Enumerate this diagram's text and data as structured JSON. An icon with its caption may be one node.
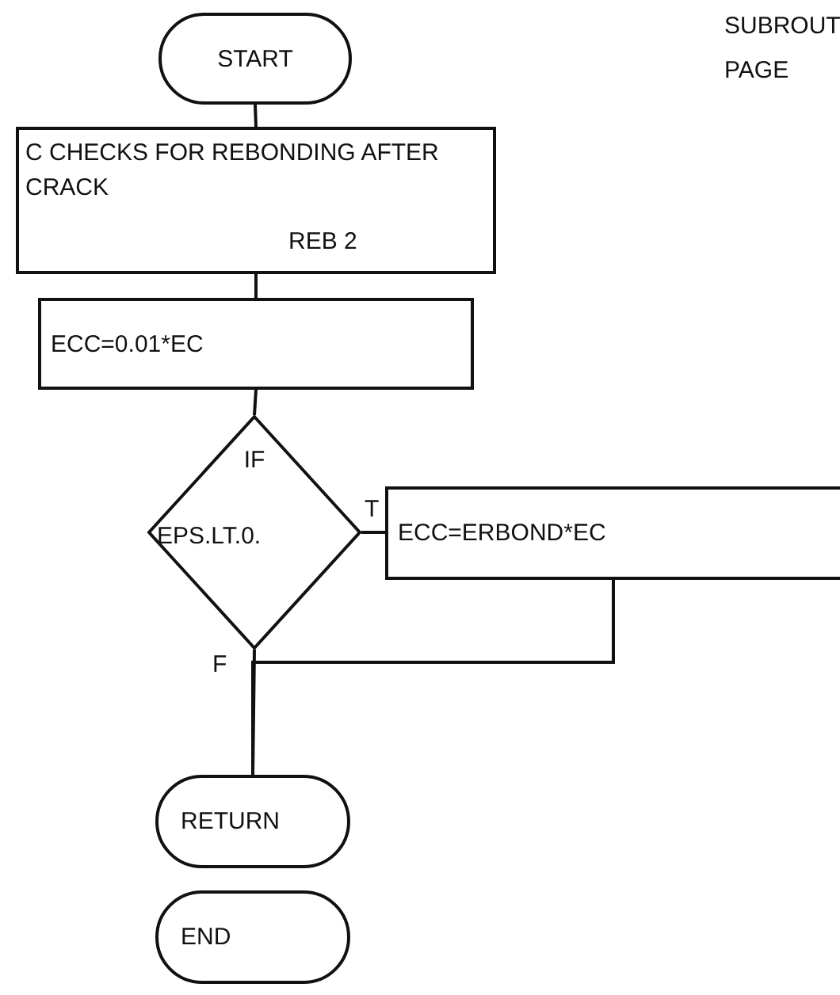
{
  "diagram": {
    "nodes": [
      {
        "text": [
          "START"
        ]
      },
      {
        "text": [
          "C CHECKS FOR REBONDING AFTER CRACK",
          "REB 2"
        ]
      },
      {
        "text": [
          "ECC=0.01*EC"
        ]
      },
      {
        "text": [
          "IF",
          "EPS.LT.0."
        ]
      },
      {
        "text": [
          "ECC=ERBOND*EC"
        ]
      },
      {
        "text": [
          "RETURN"
        ]
      },
      {
        "text": [
          "END"
        ]
      }
    ],
    "edges": [
      {
        "from": 0,
        "to": 1,
        "arrow": "none"
      },
      {
        "from": 1,
        "to": 2,
        "arrow": "none"
      },
      {
        "from": 2,
        "to": 3,
        "arrow": "none"
      },
      {
        "from": 3,
        "to": 4,
        "arrow": "none",
        "label": "T"
      },
      {
        "from": 3,
        "to": 5,
        "arrow": "none",
        "label": "F"
      },
      {
        "from": 4,
        "to": 5,
        "arrow": "none"
      }
    ],
    "labels": [
      "SUBROUT",
      "PAGE"
    ]
  }
}
